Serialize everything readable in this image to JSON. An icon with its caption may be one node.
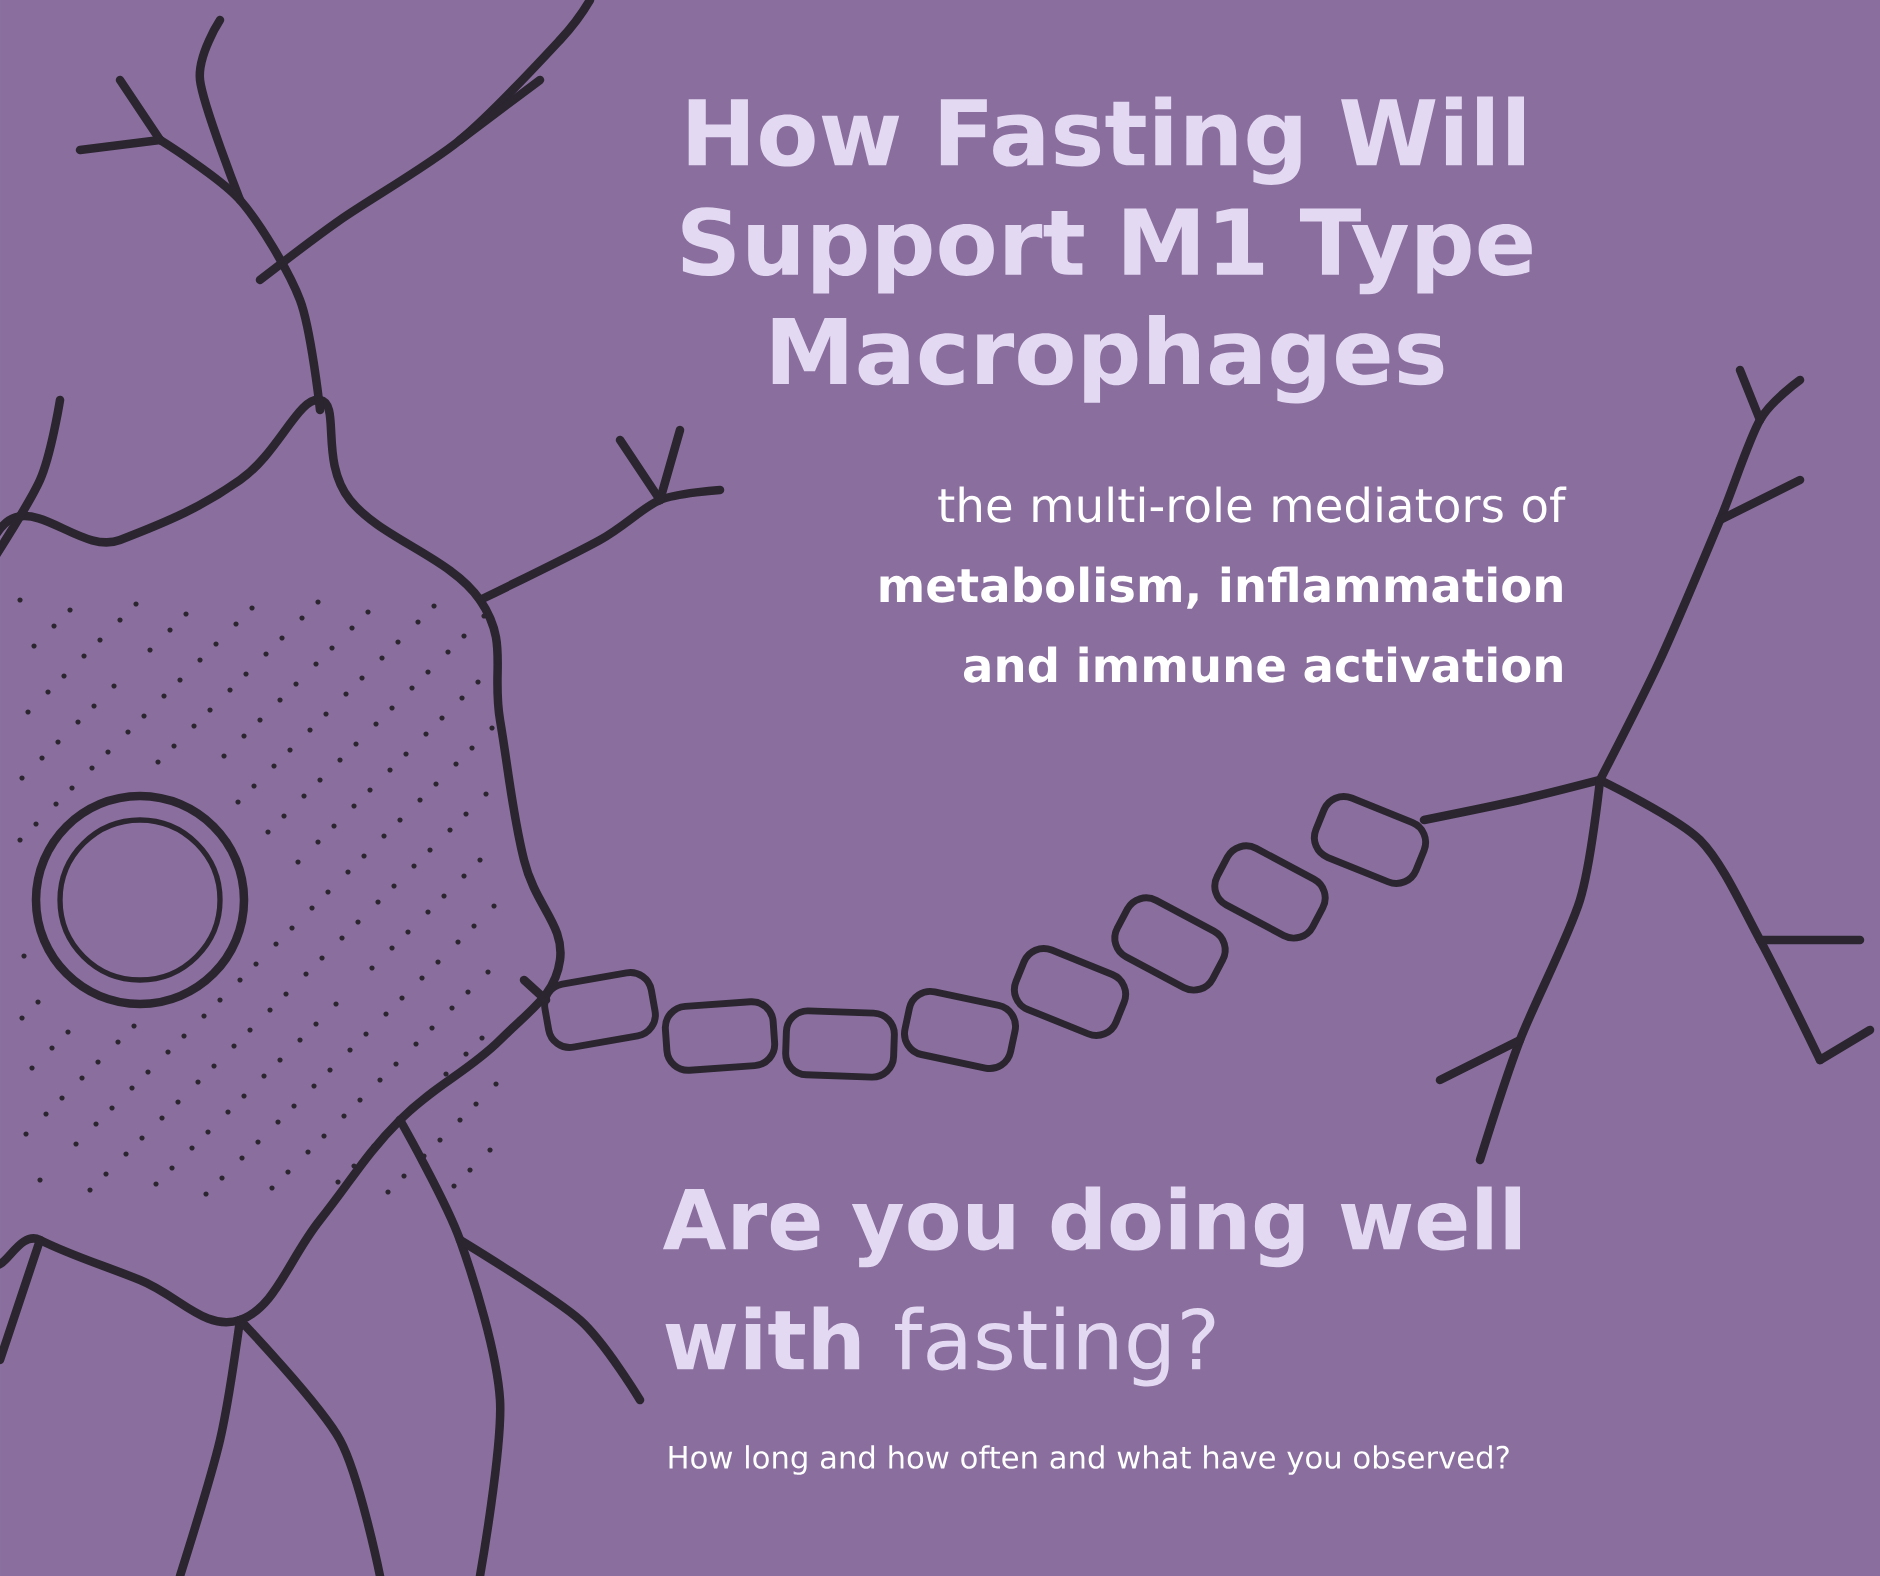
{
  "diagram": {
    "title": "How Fasting Will Support M1 Type Macrophages",
    "labels": [
      "the multi-role mediators of **metabolism, inflammation and immune activation**",
      "**Are you doing well with** fasting?",
      "How long and how often and what have you observed?"
    ]
  }
}
